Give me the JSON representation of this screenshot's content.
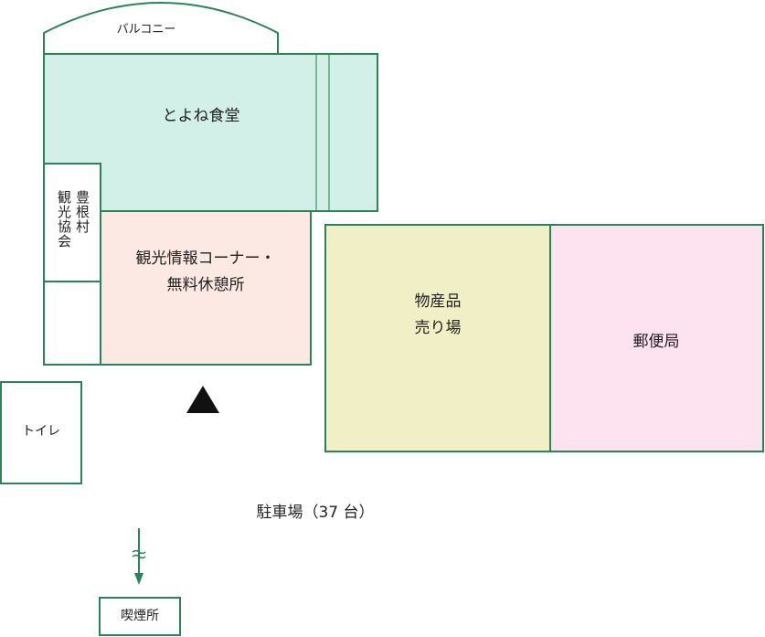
{
  "rooms": {
    "balcony": "バルコニー",
    "restaurant": "とよね食堂",
    "tourism_assoc_line1": "豊根村",
    "tourism_assoc_line2": "観光協会",
    "info_line1": "観光情報コーナー・",
    "info_line2": "無料休憩所",
    "products_line1": "物産品",
    "products_line2": "売り場",
    "post_office": "郵便局",
    "toilet": "トイレ",
    "parking": "駐車場（37 台）",
    "smoking": "喫煙所"
  },
  "colors": {
    "line": "#2a8456",
    "restaurant": "#d2efe8",
    "info": "#fde9e3",
    "products": "#f0efc5",
    "post_office": "#fde2ef"
  }
}
